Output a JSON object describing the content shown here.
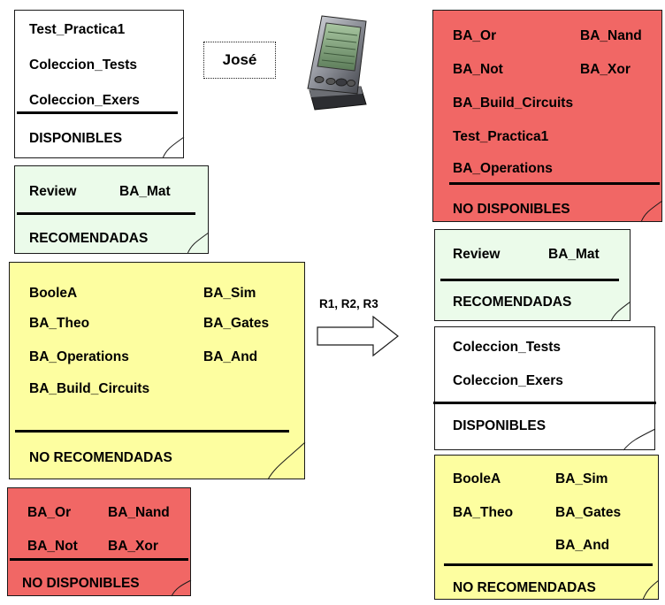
{
  "user": {
    "name": "José"
  },
  "arrow": {
    "label": "R1, R2, R3"
  },
  "before": {
    "disponibles": {
      "items": [
        "Test_Practica1",
        "Coleccion_Tests",
        "Coleccion_Exers"
      ],
      "caption": "DISPONIBLES"
    },
    "recomendadas": {
      "items": [
        "Review",
        "BA_Mat"
      ],
      "caption": "RECOMENDADAS"
    },
    "no_recomendadas": {
      "items": [
        "BooleA",
        "BA_Sim",
        "BA_Theo",
        "BA_Gates",
        "BA_Operations",
        "BA_And",
        "BA_Build_Circuits"
      ],
      "caption": "NO RECOMENDADAS"
    },
    "no_disponibles": {
      "items": [
        "BA_Or",
        "BA_Nand",
        "BA_Not",
        "BA_Xor"
      ],
      "caption": "NO DISPONIBLES"
    }
  },
  "after": {
    "no_disponibles": {
      "items": [
        "BA_Or",
        "BA_Nand",
        "BA_Not",
        "BA_Xor",
        "BA_Build_Circuits",
        "Test_Practica1",
        "BA_Operations"
      ],
      "caption": "NO DISPONIBLES"
    },
    "recomendadas": {
      "items": [
        "Review",
        "BA_Mat"
      ],
      "caption": "RECOMENDADAS"
    },
    "disponibles": {
      "items": [
        "Coleccion_Tests",
        "Coleccion_Exers"
      ],
      "caption": "DISPONIBLES"
    },
    "no_recomendadas": {
      "items": [
        "BooleA",
        "BA_Sim",
        "BA_Theo",
        "BA_Gates",
        "BA_And"
      ],
      "caption": "NO RECOMENDADAS"
    }
  },
  "colors": {
    "white": "#ffffff",
    "green": "#ebfbea",
    "yellow": "#fdfea0",
    "red": "#f16765"
  }
}
